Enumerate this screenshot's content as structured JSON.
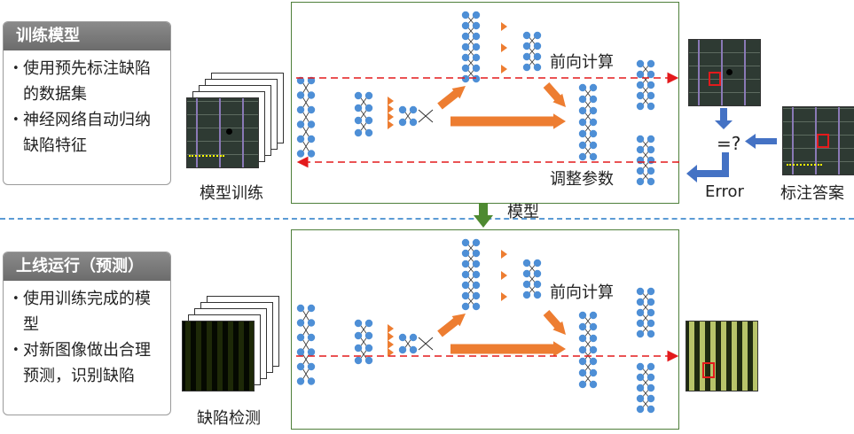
{
  "training": {
    "title": "训练模型",
    "bullets": [
      "使用预先标注缺陷的数据集",
      "神经网络自动归纳缺陷特征"
    ]
  },
  "online": {
    "title": "上线运行（预测）",
    "bullets": [
      "使用训练完成的模型",
      "对新图像做出合理预测，识别缺陷"
    ]
  },
  "labels": {
    "model_training": "模型训练",
    "forward_top": "前向计算",
    "adjust_params": "调整参数",
    "error": "Error",
    "compare": "=?",
    "annotation_answer": "标注答案",
    "model": "模型",
    "forward_bottom": "前向计算",
    "defect_detection": "缺陷检测"
  },
  "colors": {
    "neuron": "#4e8fd6",
    "arrow_orange": "#ed7d31",
    "panel_border": "#4e7f3a",
    "flow_red": "#e31a1c",
    "flow_blue": "#4472c4",
    "divider": "#5b9bd5",
    "model_arrow": "#4e8a31"
  }
}
